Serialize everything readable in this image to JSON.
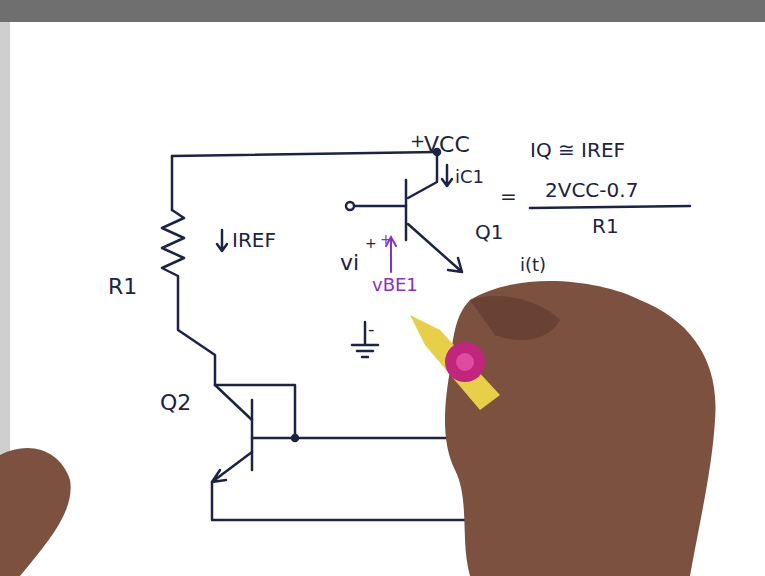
{
  "diagram": {
    "labels": [
      "+",
      "VCC",
      "iC1",
      "IQ ≅ IREF",
      "=",
      "2VCC-0.7",
      "R1",
      "IREF",
      "R1",
      "Q1",
      "vi",
      "+",
      "-",
      "+",
      "vBE1",
      "i(t)",
      "Q2"
    ]
  }
}
